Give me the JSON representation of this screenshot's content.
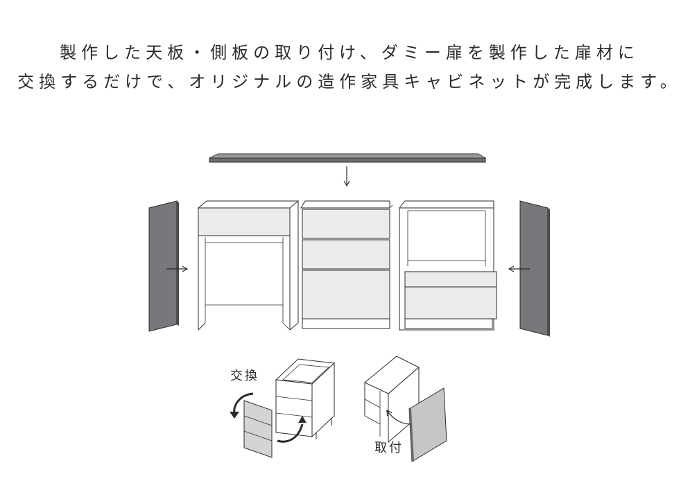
{
  "caption": {
    "line1": "製作した天板・側板の取り付け、ダミー扉を製作した扉材に",
    "line2": "交換するだけで、オリジナルの造作家具キャビネットが完成します。"
  },
  "labels": {
    "exchange": "交換",
    "attach": "取付"
  },
  "colors": {
    "panel_dark": "#76767a",
    "panel_light": "#c8c8ca",
    "front_fill": "#ececec",
    "line": "#2a2a2a"
  }
}
